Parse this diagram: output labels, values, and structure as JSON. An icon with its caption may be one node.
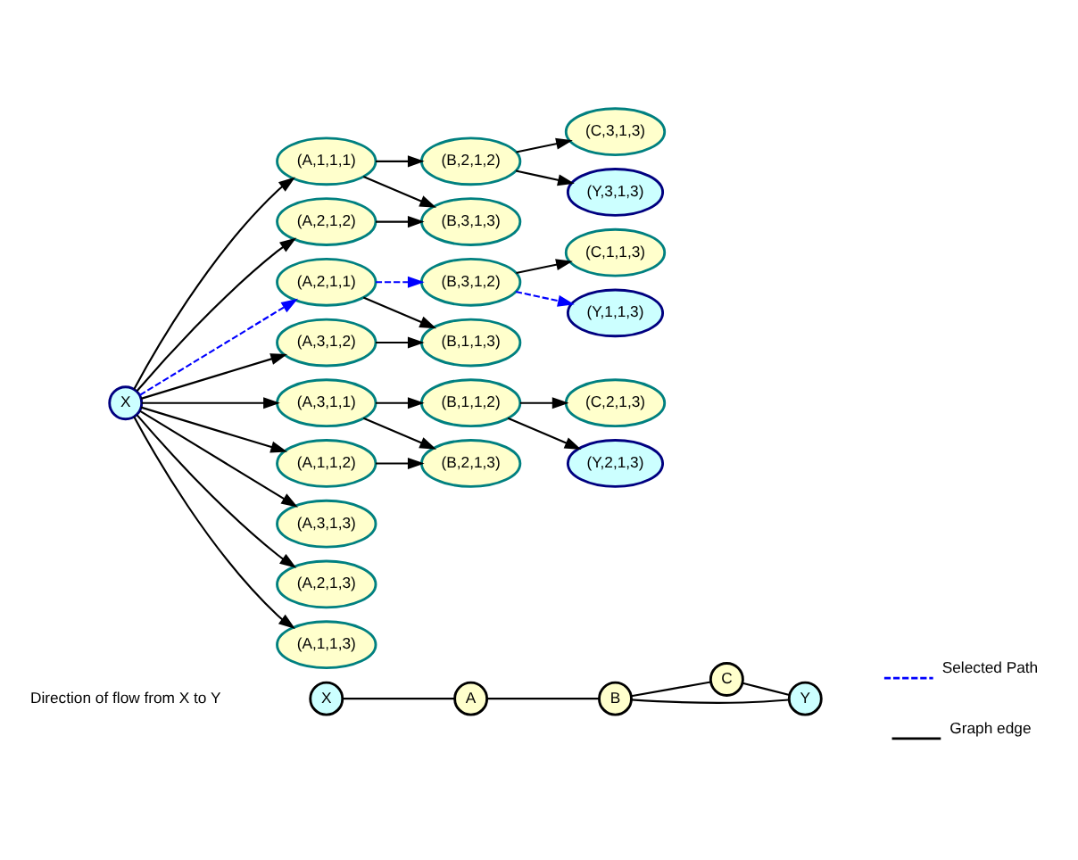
{
  "diagram": {
    "nodes": [
      {
        "text": [
          "X"
        ]
      },
      {
        "text": [
          "A"
        ]
      },
      {
        "text": [
          "B"
        ]
      },
      {
        "text": [
          "C"
        ]
      },
      {
        "text": [
          "Y"
        ]
      },
      {
        "text": [
          "X"
        ]
      },
      {
        "text": [
          "(A,1,1,1)"
        ]
      },
      {
        "text": [
          "(A,2,1,1)"
        ]
      },
      {
        "text": [
          "(A,3,1,1)"
        ]
      },
      {
        "text": [
          "(A,2,1,2)"
        ]
      },
      {
        "text": [
          "(A,3,1,2)"
        ]
      },
      {
        "text": [
          "(A,1,1,2)"
        ]
      },
      {
        "text": [
          "(A,3,1,3)"
        ]
      },
      {
        "text": [
          "(A,2,1,3)"
        ]
      },
      {
        "text": [
          "(A,1,1,3)"
        ]
      },
      {
        "text": [
          "(B,2,1,2)"
        ]
      },
      {
        "text": [
          "(B,3,1,3)"
        ]
      },
      {
        "text": [
          "(B,3,1,2)"
        ]
      },
      {
        "text": [
          "(B,1,1,3)"
        ]
      },
      {
        "text": [
          "(B,1,1,2)"
        ]
      },
      {
        "text": [
          "(B,2,1,3)"
        ]
      },
      {
        "text": [
          "(C,3,1,3)"
        ]
      },
      {
        "text": [
          "(Y,3,1,3)"
        ]
      },
      {
        "text": [
          "(C,1,1,3)"
        ]
      },
      {
        "text": [
          "(Y,1,1,3)"
        ]
      },
      {
        "text": [
          "(C,2,1,3)"
        ]
      },
      {
        "text": [
          "(Y,2,1,3)"
        ]
      }
    ],
    "edges": [
      {
        "from": 0,
        "to": 1,
        "arrow": "none"
      },
      {
        "from": 1,
        "to": 2,
        "arrow": "none"
      },
      {
        "from": 2,
        "to": 3,
        "arrow": "none"
      },
      {
        "from": 3,
        "to": 4,
        "arrow": "none"
      },
      {
        "from": 2,
        "to": 4,
        "arrow": "none"
      },
      {
        "from": 5,
        "to": 6,
        "arrow": "to"
      },
      {
        "from": 5,
        "to": 7,
        "arrow": "to",
        "style": "dashed",
        "color": "#0000ff"
      },
      {
        "from": 5,
        "to": 8,
        "arrow": "to"
      },
      {
        "from": 5,
        "to": 9,
        "arrow": "to"
      },
      {
        "from": 5,
        "to": 10,
        "arrow": "to"
      },
      {
        "from": 5,
        "to": 11,
        "arrow": "to"
      },
      {
        "from": 5,
        "to": 12,
        "arrow": "to"
      },
      {
        "from": 5,
        "to": 13,
        "arrow": "to"
      },
      {
        "from": 5,
        "to": 14,
        "arrow": "to"
      },
      {
        "from": 6,
        "to": 15,
        "arrow": "to"
      },
      {
        "from": 6,
        "to": 16,
        "arrow": "to"
      },
      {
        "from": 7,
        "to": 17,
        "arrow": "to",
        "style": "dashed",
        "color": "#0000ff"
      },
      {
        "from": 7,
        "to": 18,
        "arrow": "to"
      },
      {
        "from": 8,
        "to": 19,
        "arrow": "to"
      },
      {
        "from": 8,
        "to": 20,
        "arrow": "to"
      },
      {
        "from": 9,
        "to": 16,
        "arrow": "to"
      },
      {
        "from": 10,
        "to": 18,
        "arrow": "to"
      },
      {
        "from": 11,
        "to": 20,
        "arrow": "to"
      },
      {
        "from": 15,
        "to": 21,
        "arrow": "to"
      },
      {
        "from": 15,
        "to": 22,
        "arrow": "to"
      },
      {
        "from": 17,
        "to": 23,
        "arrow": "to"
      },
      {
        "from": 17,
        "to": 24,
        "arrow": "to",
        "style": "dashed",
        "color": "#0000ff"
      },
      {
        "from": 19,
        "to": 25,
        "arrow": "to"
      },
      {
        "from": 19,
        "to": 26,
        "arrow": "to"
      }
    ],
    "labels": [
      "Direction of flow from X to Y"
    ],
    "legend": [
      {
        "text": "Selected Path"
      },
      {
        "text": "Graph edge"
      }
    ]
  }
}
